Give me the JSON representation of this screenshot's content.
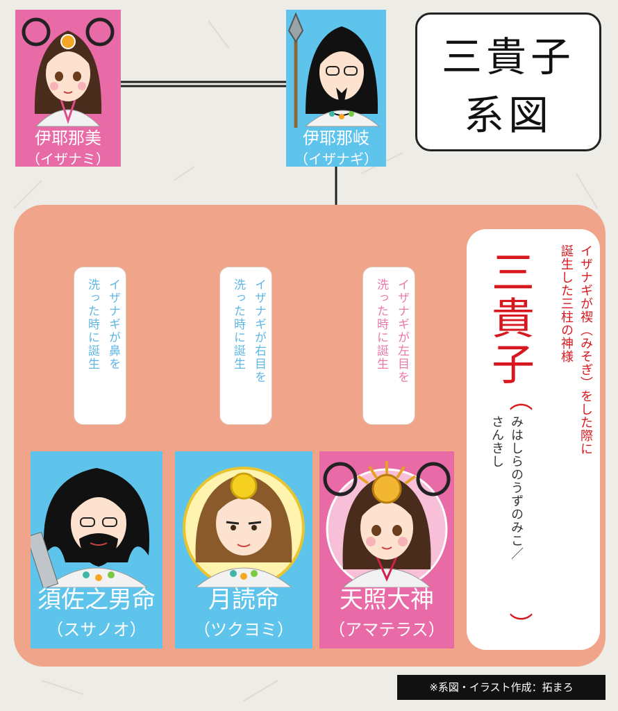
{
  "title": {
    "line1": "三貴子",
    "line2": "系図"
  },
  "parents": {
    "izanami": {
      "name": "伊耶那美",
      "reading": "（イザナミ）",
      "color": "#e86aa6"
    },
    "izanagi": {
      "name": "伊耶那岐",
      "reading": "（イザナギ）",
      "color": "#5ec4ec"
    }
  },
  "births": {
    "nose": {
      "line1": "イザナギが鼻を",
      "line2": "洗った時に誕生"
    },
    "right_eye": {
      "line1": "イザナギが右目を",
      "line2": "洗った時に誕生"
    },
    "left_eye": {
      "line1": "イザナギが左目を",
      "line2": "洗った時に誕生"
    }
  },
  "children": {
    "susanoo": {
      "name": "須佐之男命",
      "reading": "（スサノオ）",
      "color": "#5ec4ec"
    },
    "tsukuyomi": {
      "name": "月読命",
      "reading": "（ツクヨミ）",
      "color": "#5ec4ec"
    },
    "amaterasu": {
      "name": "天照大神",
      "reading": "（アマテラス）",
      "color": "#e86aa6"
    }
  },
  "sankishi": {
    "line1": "イザナギが禊（みそぎ）をした際に",
    "line2": "誕生した三柱の神様",
    "heading": "三貴子",
    "reading_open": "（",
    "reading_line1": "みはしらのうずのみこ／",
    "reading_line2": "さんきし",
    "reading_close": "）"
  },
  "credit": "※系図・イラスト作成：拓まろ",
  "colors": {
    "panel": "#f0a58a",
    "red": "#d7191f",
    "pink": "#e86aa6",
    "blue": "#5ec4ec"
  }
}
